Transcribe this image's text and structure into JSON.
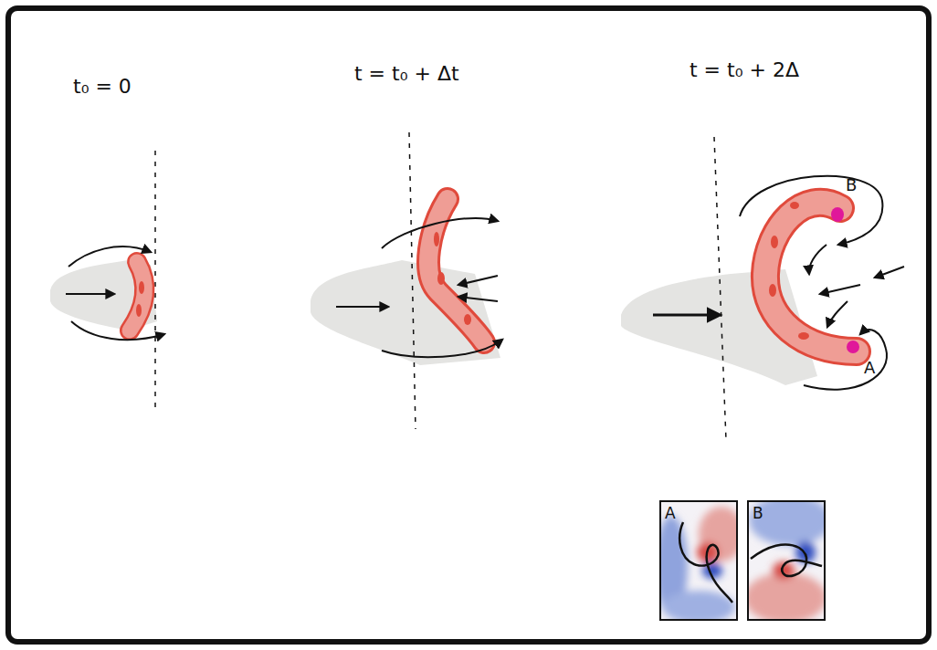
{
  "diagram": {
    "nodes": [
      {
        "text": [
          "A"
        ]
      },
      {
        "text": [
          "B"
        ]
      }
    ],
    "labels": [
      "t₀ = 0",
      "t = t₀ + Δt",
      "t = t₀ + 2Δ",
      "B",
      "A"
    ]
  }
}
